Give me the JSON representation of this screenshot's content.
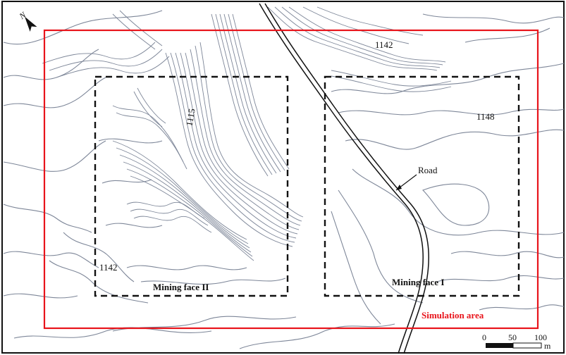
{
  "north_arrow": {
    "label": "N"
  },
  "elevation_labels": [
    "1142",
    "1148",
    "1115",
    "1142"
  ],
  "road_label": "Road",
  "mining_faces": [
    {
      "label": "Mining face II"
    },
    {
      "label": "Mining face I"
    }
  ],
  "simulation_area_label": "Simulation area",
  "scale_bar": {
    "ticks": [
      "0",
      "50",
      "100"
    ],
    "unit": "m"
  },
  "colors": {
    "simulation_boundary": "#e8141b",
    "contours": "#7d8698",
    "mining_face_outline": "#111111",
    "road": "#111111",
    "frame": "#111111"
  }
}
